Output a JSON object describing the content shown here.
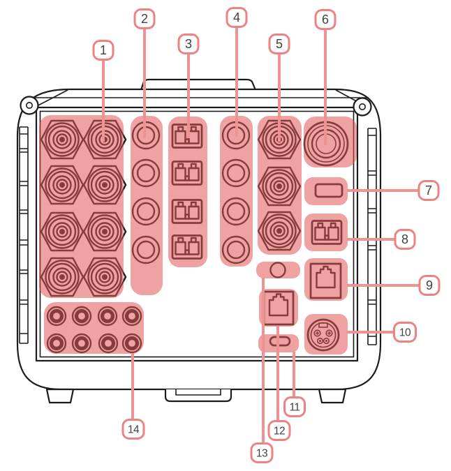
{
  "figure": {
    "kind": "device-rear-panel-connector-callout-diagram"
  },
  "colors": {
    "highlight": "#efa2a2",
    "badge_border": "#ec8282",
    "leader_line": "#ef9292",
    "line_art": "#1c1c1c",
    "number_text": "#414141",
    "background": "#ffffff"
  },
  "callouts": [
    {
      "label": "1",
      "target": "bnc-connector-grid"
    },
    {
      "label": "2",
      "target": "round-jack-column-left"
    },
    {
      "label": "3",
      "target": "lc-fiber-port-column"
    },
    {
      "label": "4",
      "target": "round-jack-column-right"
    },
    {
      "label": "5",
      "target": "bnc-connector-column"
    },
    {
      "label": "6",
      "target": "large-round-connector"
    },
    {
      "label": "7",
      "target": "flat-slot-port"
    },
    {
      "label": "8",
      "target": "lc-fiber-port"
    },
    {
      "label": "9",
      "target": "rj45-port-right"
    },
    {
      "label": "10",
      "target": "mini-din-port"
    },
    {
      "label": "11",
      "target": "small-slot-port"
    },
    {
      "label": "12",
      "target": "rj45-port-center"
    },
    {
      "label": "13",
      "target": "small-round-port"
    },
    {
      "label": "14",
      "target": "binding-post-grid"
    }
  ]
}
